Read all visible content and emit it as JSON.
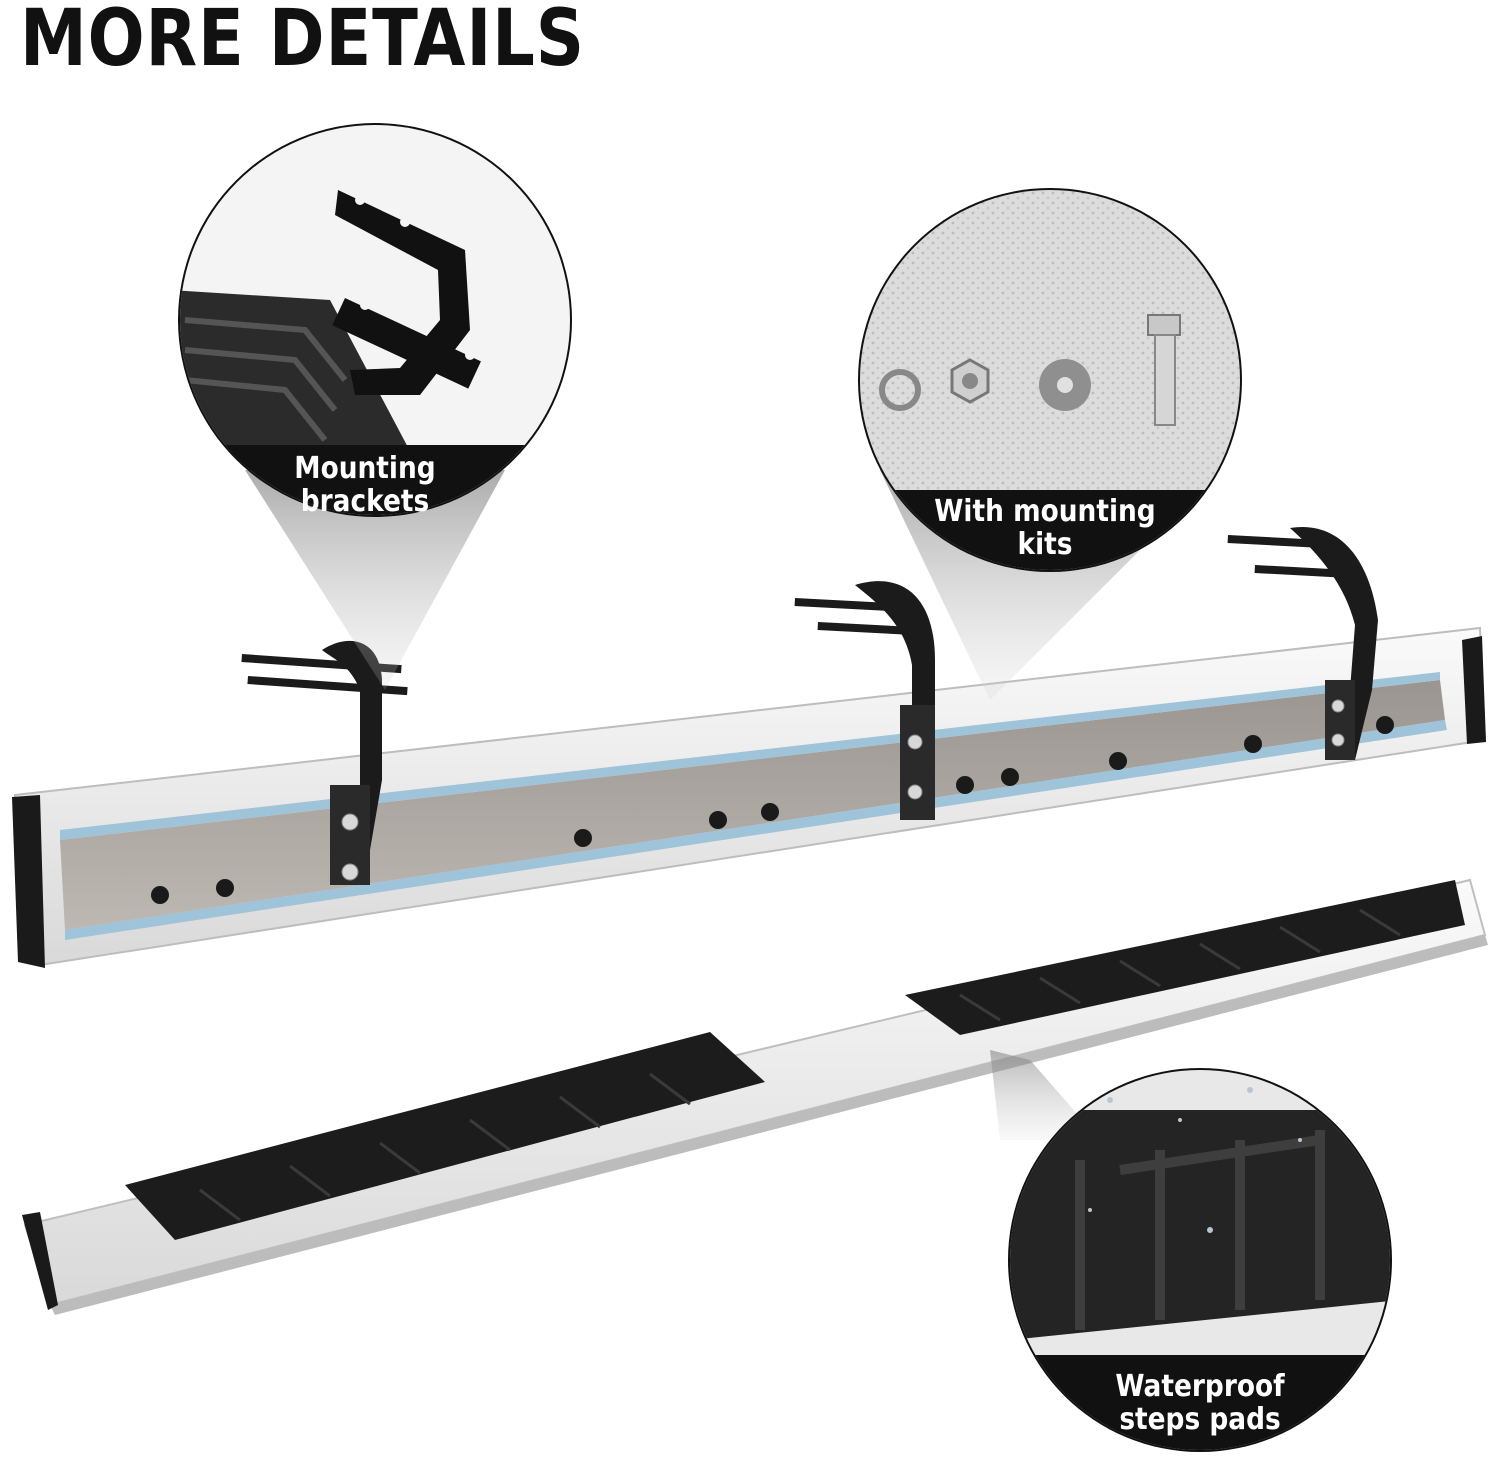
{
  "title": "MORE DETAILS",
  "callouts": {
    "brackets": "Mounting brackets",
    "kits": "With mounting kits",
    "pads": "Waterproof steps pads"
  },
  "colors": {
    "background": "#ffffff",
    "label_bg": "#1a1a1a",
    "label_text": "#ffffff",
    "pad_black": "#1c1c1c",
    "rail_silver": "#e6e6e6"
  }
}
